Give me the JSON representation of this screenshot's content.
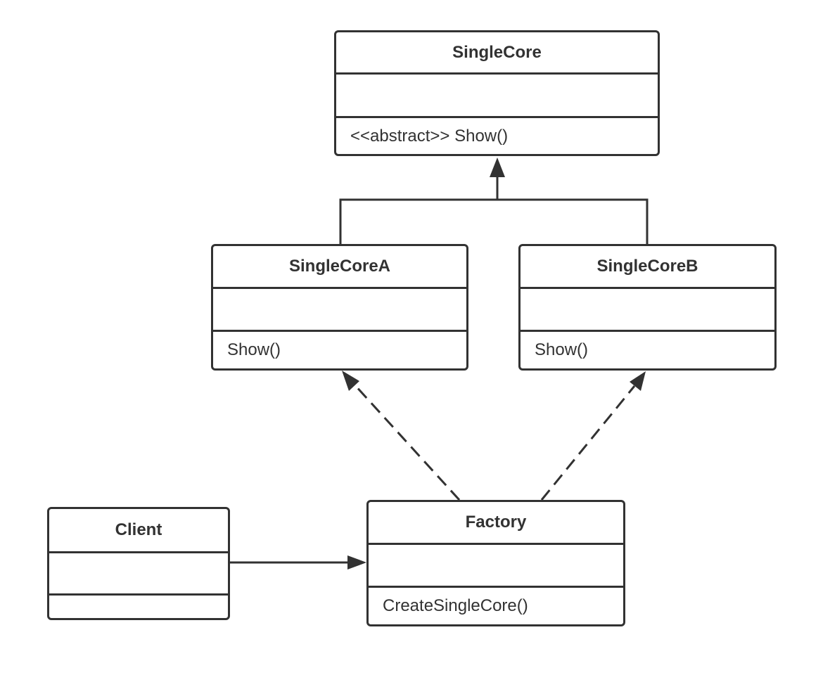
{
  "diagram": {
    "classes": {
      "single_core": {
        "name": "SingleCore",
        "attributes": "",
        "operations": "<<abstract>> Show()"
      },
      "single_core_a": {
        "name": "SingleCoreA",
        "attributes": "",
        "operations": "Show()"
      },
      "single_core_b": {
        "name": "SingleCoreB",
        "attributes": "",
        "operations": "Show()"
      },
      "factory": {
        "name": "Factory",
        "attributes": "",
        "operations": "CreateSingleCore()"
      },
      "client": {
        "name": "Client",
        "attributes": "",
        "operations": ""
      }
    },
    "relations": [
      {
        "from": "SingleCoreA",
        "to": "SingleCore",
        "kind": "generalization"
      },
      {
        "from": "SingleCoreB",
        "to": "SingleCore",
        "kind": "generalization"
      },
      {
        "from": "Factory",
        "to": "SingleCoreA",
        "kind": "dependency"
      },
      {
        "from": "Factory",
        "to": "SingleCoreB",
        "kind": "dependency"
      },
      {
        "from": "Client",
        "to": "Factory",
        "kind": "association"
      }
    ],
    "colors": {
      "stroke": "#323232",
      "background": "#ffffff"
    }
  }
}
